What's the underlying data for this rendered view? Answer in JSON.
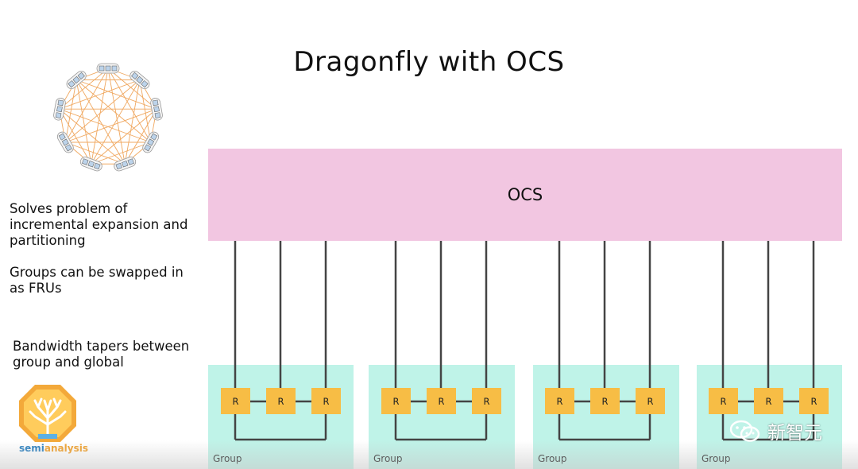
{
  "title": "Dragonfly with OCS",
  "notes": [
    [
      "Solves problem of",
      "incremental expansion and",
      "partitioning"
    ],
    [
      "Groups can be swapped in",
      "as FRUs"
    ],
    [
      "Bandwidth tapers between",
      "group and global"
    ]
  ],
  "ocs_label": "OCS",
  "router_label": "R",
  "groups": [
    {
      "label": "Group"
    },
    {
      "label": "Group"
    },
    {
      "label": "Group"
    },
    {
      "label": "Group"
    }
  ],
  "logo": {
    "part1": "semi",
    "part2": "analysis"
  },
  "watermark": "新智元",
  "colors": {
    "ocs": "#f2c6e1",
    "group": "#bff3e8",
    "router": "#f7bd45",
    "wire": "#444444",
    "ring_link": "#f0a860"
  }
}
